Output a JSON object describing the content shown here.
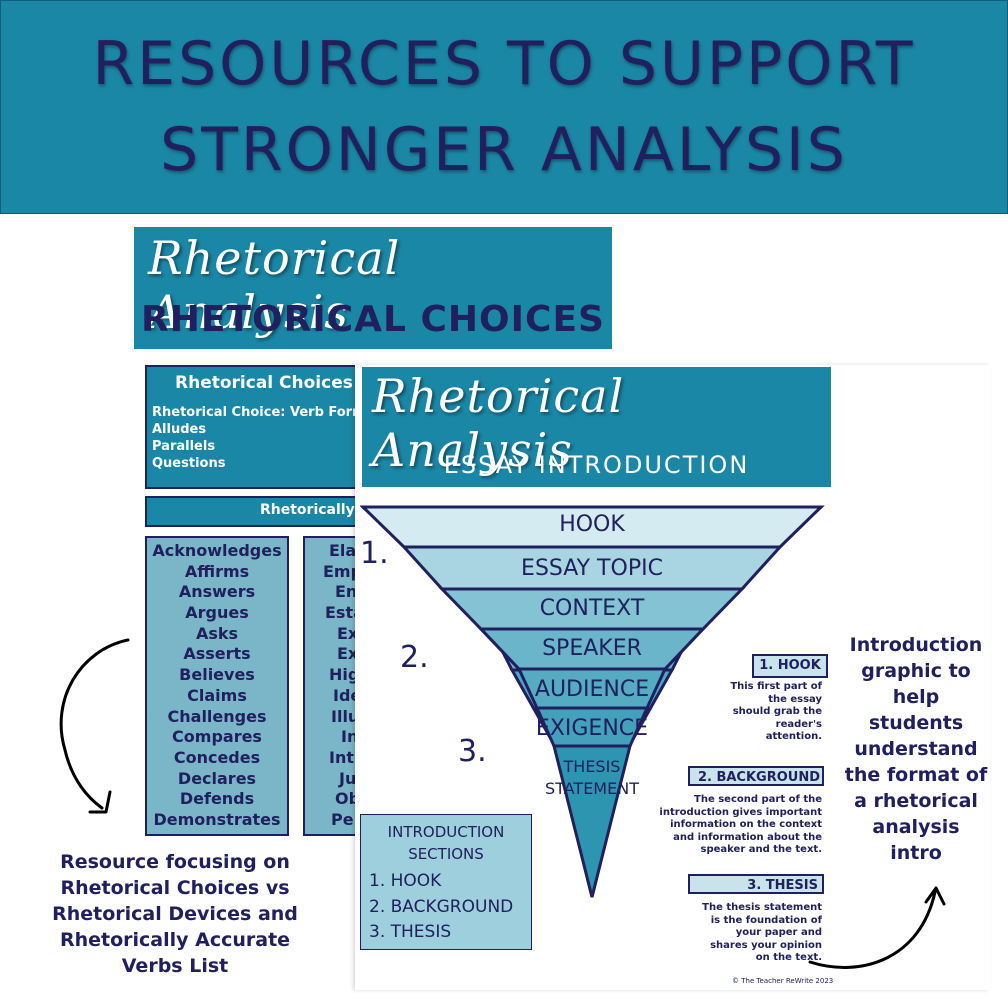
{
  "banner": {
    "line1": "RESOURCES TO SUPPORT",
    "line2": "STRONGER ANALYSIS"
  },
  "card1": {
    "script_title": "Rhetorical Analysis",
    "subtitle": "RHETORICAL CHOICES",
    "box_title": "Rhetorical Choices",
    "box_lines": [
      "Rhetorical Choice: Verb Form",
      "Alludes",
      "Parallels",
      "Questions"
    ],
    "bar_label": "Rhetorically",
    "verbs_left": [
      "Acknowledges",
      "Affirms",
      "Answers",
      "Argues",
      "Asks",
      "Asserts",
      "Believes",
      "Claims",
      "Challenges",
      "Compares",
      "Concedes",
      "Declares",
      "Defends",
      "Demonstrates"
    ],
    "verbs_right": [
      "Ela",
      "Emp",
      "En",
      "Esta",
      "Ex",
      "Ex",
      "Hig",
      "Ide",
      "Illu",
      "In",
      "Int",
      "Ju",
      "Ob",
      "Pe"
    ]
  },
  "card2": {
    "script_title": "Rhetorical Analysis",
    "subtitle": "ESSAY INTRODUCTION",
    "triangle": [
      "HOOK",
      "ESSAY TOPIC",
      "CONTEXT",
      "SPEAKER",
      "AUDIENCE",
      "EXIGENCE"
    ],
    "triangle_tip": [
      "THESIS",
      "STATEMENT"
    ],
    "numbers": [
      "1.",
      "2.",
      "3."
    ],
    "sections": [
      {
        "title": "1. HOOK",
        "body": [
          "This first part of",
          "the essay",
          "should grab the",
          "reader's",
          "attention."
        ]
      },
      {
        "title": "2. BACKGROUND",
        "body": [
          "The second part of the",
          "introduction gives important",
          "information on the context",
          "and information about the",
          "speaker and the text."
        ]
      },
      {
        "title": "3. THESIS",
        "body": [
          "The thesis statement",
          "is the foundation of",
          "your paper and",
          "shares your opinion",
          "on the text."
        ]
      }
    ],
    "intro_box": {
      "title": [
        "INTRODUCTION",
        "SECTIONS"
      ],
      "items": [
        "1. HOOK",
        "2. BACKGROUND",
        "3. THESIS"
      ]
    },
    "copyright": "© The Teacher ReWrite 2023"
  },
  "callouts": {
    "left": [
      "Resource focusing on",
      "Rhetorical Choices vs",
      "Rhetorical Devices and",
      "Rhetorically Accurate",
      "Verbs List"
    ],
    "right": [
      "Introduction",
      "graphic to",
      "help",
      "students",
      "understand",
      "the format of",
      "a rhetorical",
      "analysis",
      "intro"
    ]
  },
  "colors": {
    "teal": "#1b87a6",
    "navy": "#20205e",
    "light_teal": "#7ab6c8"
  }
}
